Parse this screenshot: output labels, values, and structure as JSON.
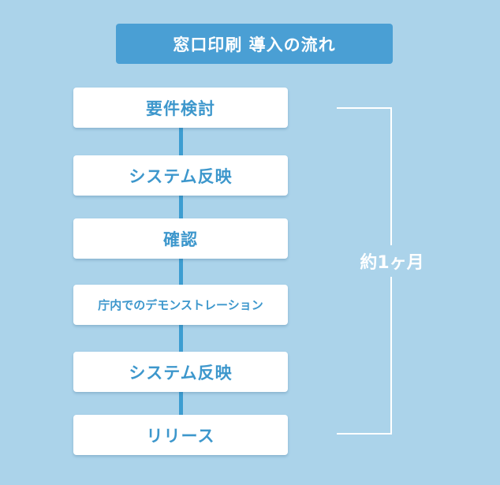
{
  "title": "窓口印刷 導入の流れ",
  "steps": [
    {
      "label": "要件検討"
    },
    {
      "label": "システム反映"
    },
    {
      "label": "確認"
    },
    {
      "label": "庁内でのデモンストレーション"
    },
    {
      "label": "システム反映"
    },
    {
      "label": "リリース"
    }
  ],
  "duration_label": "約1ヶ月",
  "colors": {
    "background": "#abd3ea",
    "title_bar": "#4a9fd4",
    "step_text": "#3d97cc",
    "connector": "#3d9dd1",
    "bracket": "#ffffff"
  }
}
